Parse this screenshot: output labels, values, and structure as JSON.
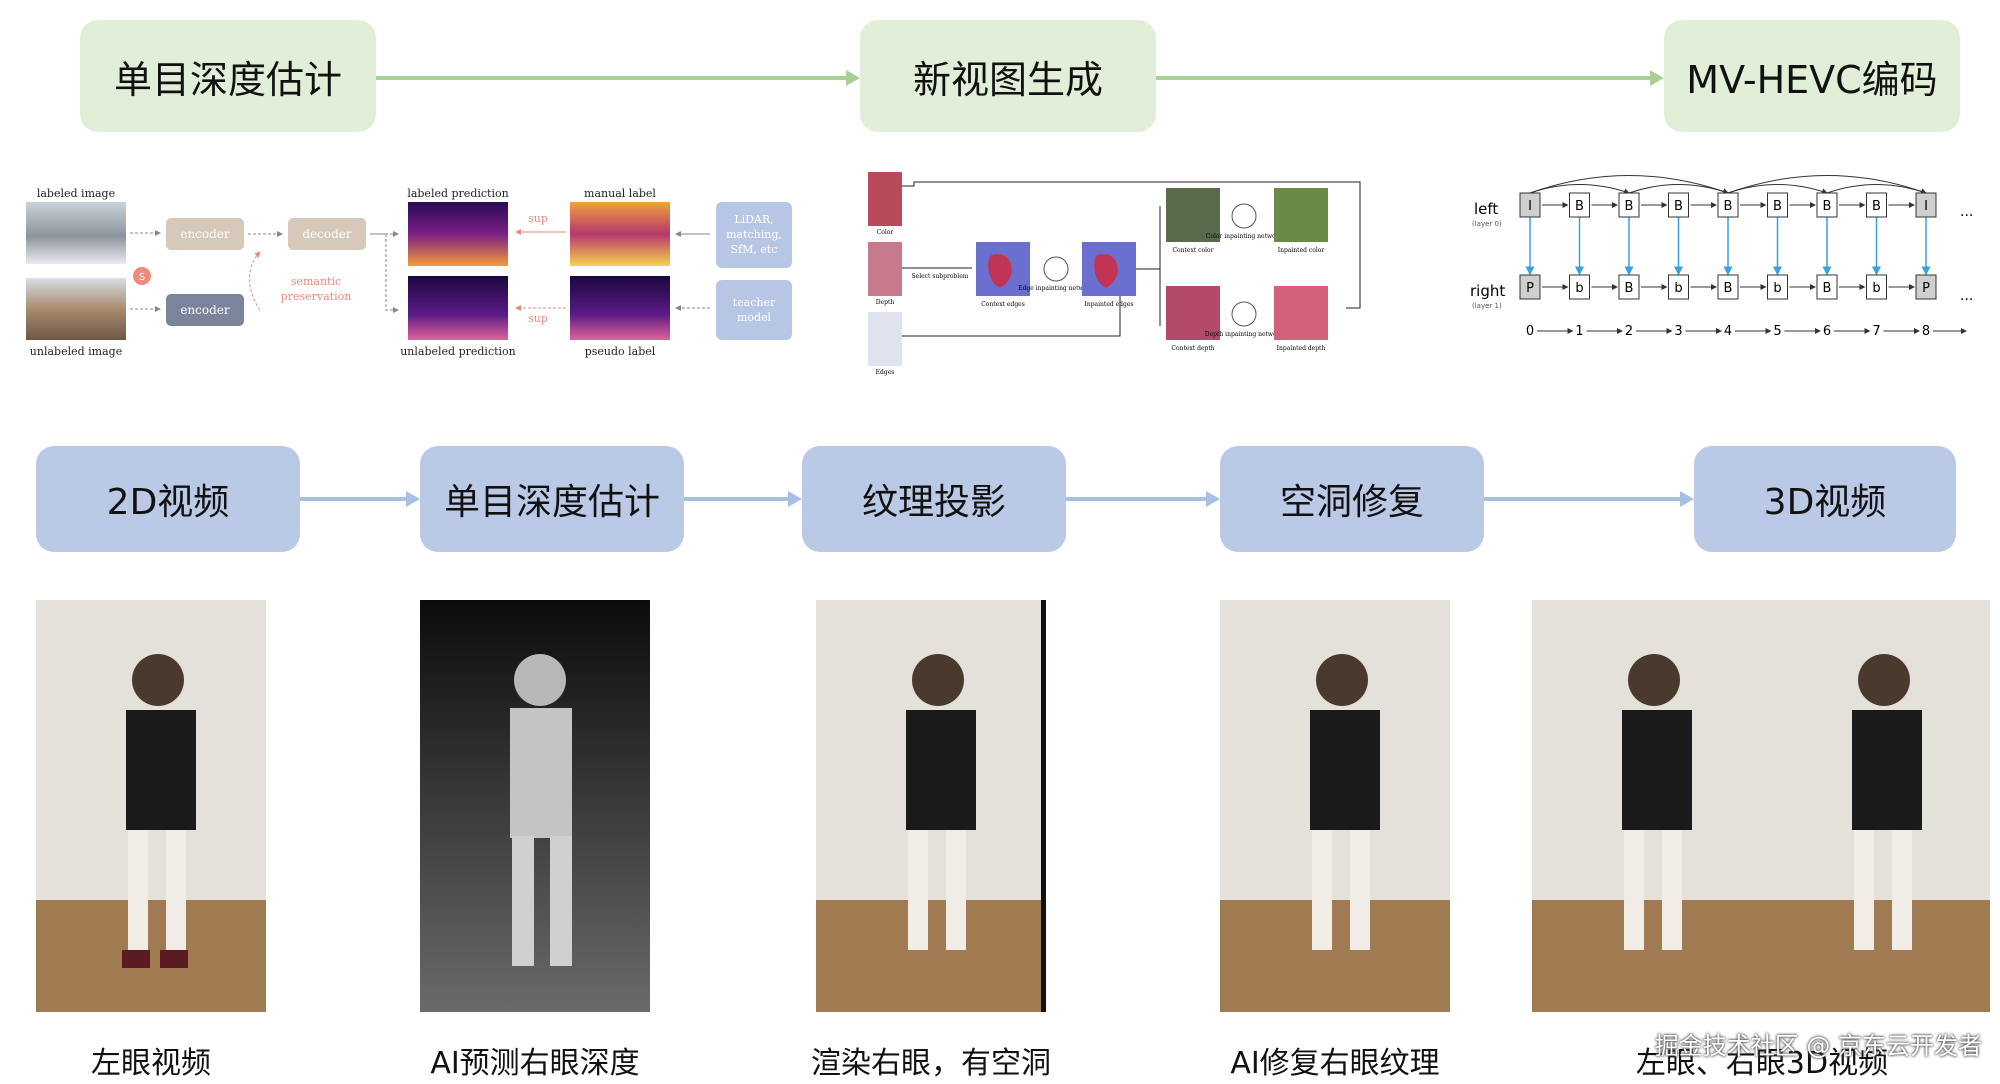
{
  "top_flow": {
    "steps": [
      "单目深度估计",
      "新视图生成",
      "MV-HEVC编码"
    ]
  },
  "depth_panel": {
    "labeled_image": "labeled image",
    "unlabeled_image": "unlabeled image",
    "encoder": "encoder",
    "decoder": "decoder",
    "encoder2": "encoder",
    "s_badge": "S",
    "semantic": "semantic",
    "preservation": "preservation",
    "labeled_prediction": "labeled prediction",
    "unlabeled_prediction": "unlabeled prediction",
    "manual_label": "manual label",
    "pseudo_label": "pseudo label",
    "sup1": "sup",
    "sup2": "sup",
    "lidar_lines": [
      "LiDAR,",
      "matching,",
      "SfM, etc"
    ],
    "teacher_lines": [
      "teacher",
      "model"
    ]
  },
  "view_panel": {
    "color": "Color",
    "depth": "Depth",
    "edges": "Edges",
    "select": "Select subproblem",
    "context_edges": "Context edges",
    "edge_inpaint": "Edge inpainting network",
    "inpainted_edges": "Inpainted edges",
    "context_color": "Context color",
    "color_inpaint": "Color inpainting network",
    "inpainted_color": "Inpainted color",
    "context_depth": "Context depth",
    "depth_inpaint": "Depth inpainting network",
    "inpainted_depth": "Inpainted depth"
  },
  "mvhevc_panel": {
    "left_label": "left",
    "left_sub": "(layer 0)",
    "right_label": "right",
    "right_sub": "(layer 1)",
    "left_frames": [
      "I",
      "B",
      "B",
      "B",
      "B",
      "B",
      "B",
      "B",
      "I"
    ],
    "right_frames": [
      "P",
      "b",
      "B",
      "b",
      "B",
      "b",
      "B",
      "b",
      "P"
    ],
    "ticks": [
      "0",
      "1",
      "2",
      "3",
      "4",
      "5",
      "6",
      "7",
      "8"
    ],
    "ellipsis": "..."
  },
  "mid_flow": {
    "steps": [
      "2D视频",
      "单目深度估计",
      "纹理投影",
      "空洞修复",
      "3D视频"
    ]
  },
  "captions": [
    "左眼视频",
    "AI预测右眼深度",
    "渲染右眼，有空洞",
    "AI修复右眼纹理",
    "左眼、右眼3D视频"
  ],
  "watermark": "掘金技术社区 @ 京东云开发者",
  "colors": {
    "top_box": "#e2efd8",
    "top_arrow": "#a9cf95",
    "mid_box": "#b9c9e6",
    "mid_arrow": "#a6bfe3"
  }
}
